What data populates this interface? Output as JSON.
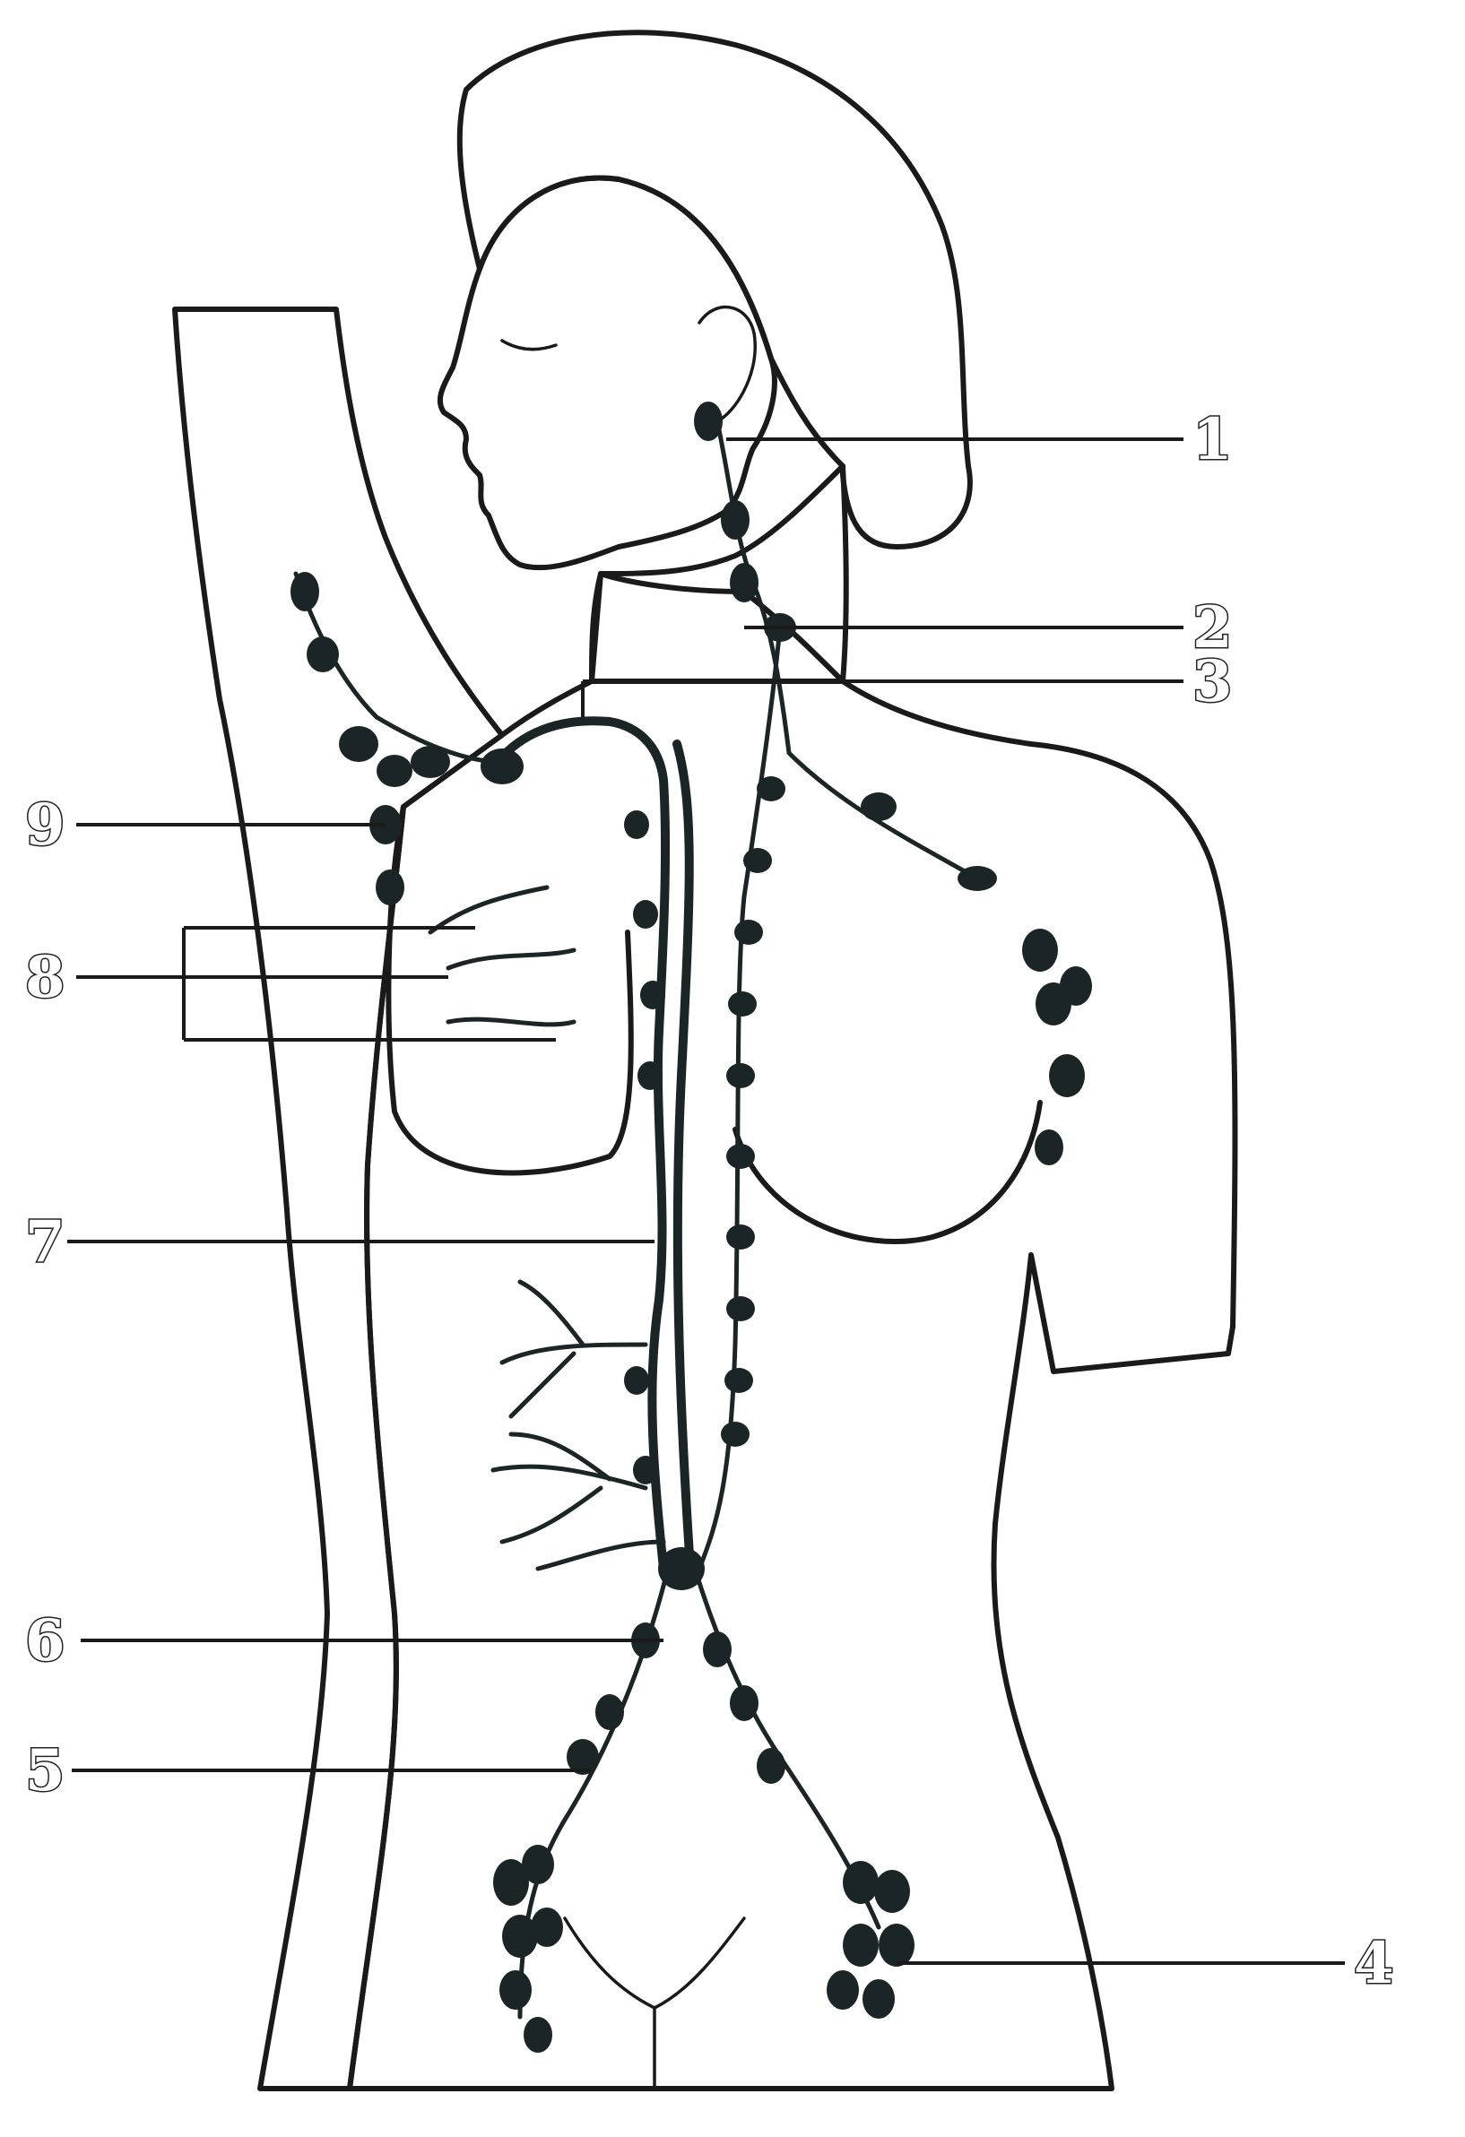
{
  "labels": [
    {
      "id": "1",
      "text": "1"
    },
    {
      "id": "2",
      "text": "2"
    },
    {
      "id": "3",
      "text": "3"
    },
    {
      "id": "4",
      "text": "4"
    },
    {
      "id": "5",
      "text": "5"
    },
    {
      "id": "6",
      "text": "6"
    },
    {
      "id": "7",
      "text": "7"
    },
    {
      "id": "8",
      "text": "8"
    },
    {
      "id": "9",
      "text": "9"
    }
  ],
  "colors": {
    "background": "#ffffff",
    "skin": "#fbf2cf",
    "skin_shade": "#f6e6c0",
    "line": "#1a1a1a",
    "lymph": "#1b2526"
  }
}
